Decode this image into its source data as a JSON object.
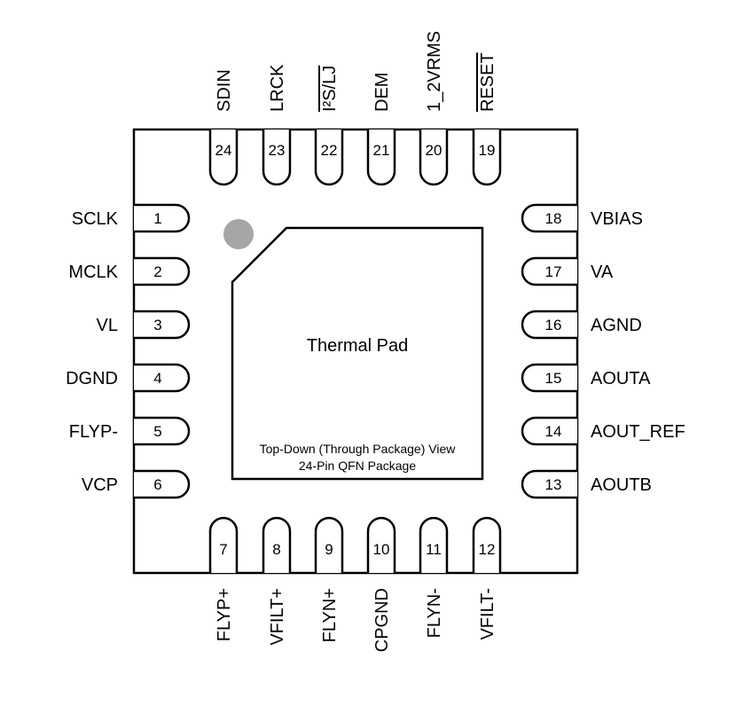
{
  "package": {
    "pad_title": "Thermal Pad",
    "note_line1": "Top-Down (Through Package) View",
    "note_line2": "24-Pin QFN Package",
    "pin1_marker_color": "#a6a6a6"
  },
  "pins": {
    "left": [
      {
        "num": "1",
        "label": "SCLK"
      },
      {
        "num": "2",
        "label": "MCLK"
      },
      {
        "num": "3",
        "label": "VL"
      },
      {
        "num": "4",
        "label": "DGND"
      },
      {
        "num": "5",
        "label": "FLYP-"
      },
      {
        "num": "6",
        "label": "VCP"
      }
    ],
    "bottom": [
      {
        "num": "7",
        "label": "FLYP+"
      },
      {
        "num": "8",
        "label": "VFILT+"
      },
      {
        "num": "9",
        "label": "FLYN+"
      },
      {
        "num": "10",
        "label": "CPGND"
      },
      {
        "num": "11",
        "label": "FLYN-"
      },
      {
        "num": "12",
        "label": "VFILT-"
      }
    ],
    "right": [
      {
        "num": "13",
        "label": "AOUTB"
      },
      {
        "num": "14",
        "label": "AOUT_REF"
      },
      {
        "num": "15",
        "label": "AOUTA"
      },
      {
        "num": "16",
        "label": "AGND"
      },
      {
        "num": "17",
        "label": "VA"
      },
      {
        "num": "18",
        "label": "VBIAS"
      }
    ],
    "top": [
      {
        "num": "19",
        "label": "RESET",
        "overline": true
      },
      {
        "num": "20",
        "label": "1_2VRMS"
      },
      {
        "num": "21",
        "label": "DEM"
      },
      {
        "num": "22",
        "label": "I²S/LJ",
        "overline": true
      },
      {
        "num": "23",
        "label": "LRCK"
      },
      {
        "num": "24",
        "label": "SDIN"
      }
    ]
  }
}
